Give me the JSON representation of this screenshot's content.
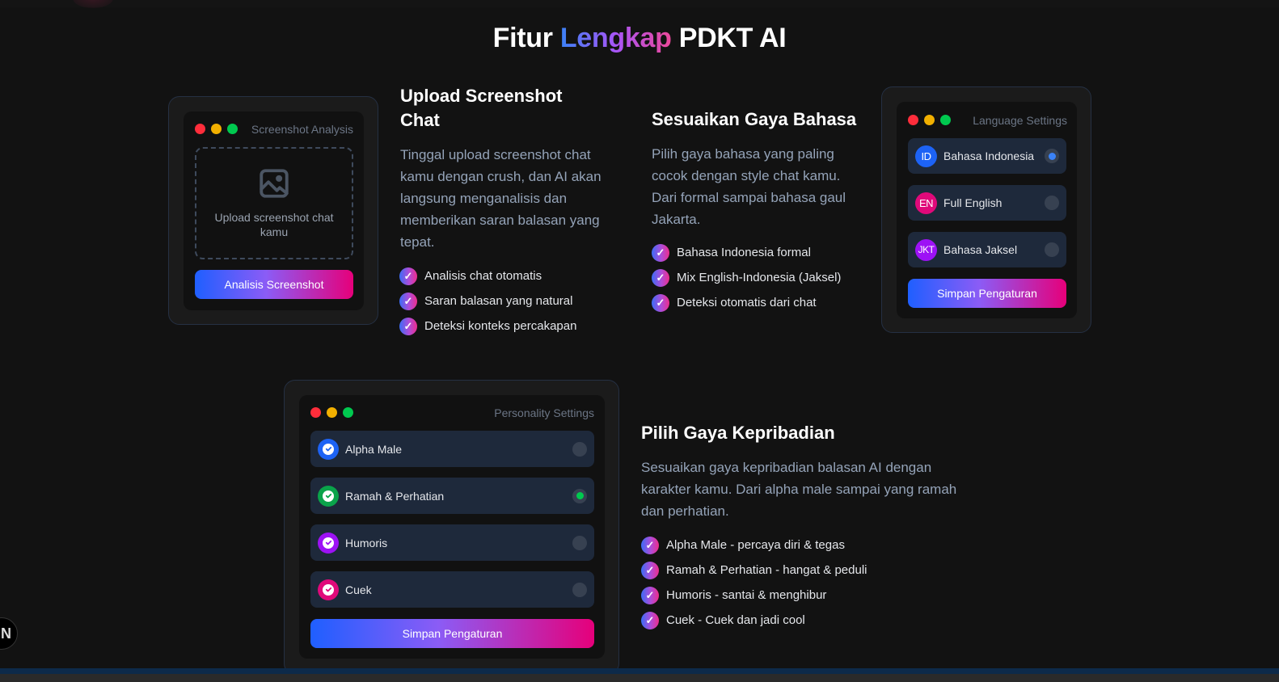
{
  "page": {
    "title_part1": "Fitur",
    "title_highlight": "Lengkap",
    "title_part2": "PDKT AI"
  },
  "colors": {
    "background": "#121212",
    "accent_gradient": [
      "#1f5fff",
      "#8b5cf6",
      "#e6007a"
    ],
    "option_bg": "#1e293b",
    "muted_text": "#94a3b8"
  },
  "screenshot_card": {
    "window_title": "Screenshot Analysis",
    "dropzone_icon": "image-icon",
    "dropzone_text": "Upload screenshot chat kamu",
    "button_label": "Analisis Screenshot"
  },
  "upload_section": {
    "title": "Upload Screenshot Chat",
    "description": "Tinggal upload screenshot chat kamu dengan crush, dan AI akan langsung menganalisis dan memberikan saran balasan yang tepat.",
    "features": [
      "Analisis chat otomatis",
      "Saran balasan yang natural",
      "Deteksi konteks percakapan"
    ]
  },
  "language_section": {
    "title": "Sesuaikan Gaya Bahasa",
    "description": "Pilih gaya bahasa yang paling cocok dengan style chat kamu. Dari formal sampai bahasa gaul Jakarta.",
    "features": [
      "Bahasa Indonesia formal",
      "Mix English-Indonesia (Jaksel)",
      "Deteksi otomatis dari chat"
    ]
  },
  "language_card": {
    "window_title": "Language Settings",
    "options": [
      {
        "code": "ID",
        "label": "Bahasa Indonesia",
        "color": "#1d63f5",
        "selected": true
      },
      {
        "code": "EN",
        "label": "Full English",
        "color": "#e0097a",
        "selected": false
      },
      {
        "code": "JKT",
        "label": "Bahasa Jaksel",
        "color": "#9d12f5",
        "selected": false
      }
    ],
    "selected_dot_color": "#3b82f6",
    "button_label": "Simpan Pengaturan"
  },
  "personality_card": {
    "window_title": "Personality Settings",
    "options": [
      {
        "label": "Alpha Male",
        "color": "#1d63f5",
        "selected": false
      },
      {
        "label": "Ramah & Perhatian",
        "color": "#0aa34a",
        "selected": true
      },
      {
        "label": "Humoris",
        "color": "#9d12f5",
        "selected": false
      },
      {
        "label": "Cuek",
        "color": "#e0097a",
        "selected": false
      }
    ],
    "selected_dot_color": "#00c94f",
    "button_label": "Simpan Pengaturan"
  },
  "personality_section": {
    "title": "Pilih Gaya Kepribadian",
    "description": "Sesuaikan gaya kepribadian balasan AI dengan karakter kamu. Dari alpha male sampai yang ramah dan perhatian.",
    "features": [
      "Alpha Male - percaya diri & tegas",
      "Ramah & Perhatian - hangat & peduli",
      "Humoris - santai & menghibur",
      "Cuek - Cuek dan jadi cool"
    ]
  },
  "floating_button": {
    "glyph": "N"
  }
}
